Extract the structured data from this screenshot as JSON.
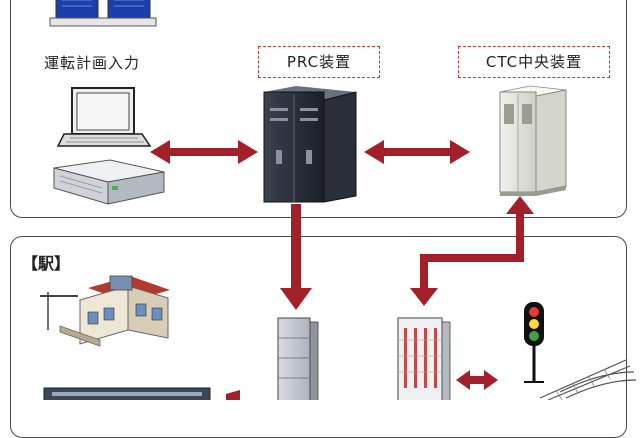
{
  "labels": {
    "schedule_input": "運転計画入力",
    "prc_device": "PRC装置",
    "ctc_central": "CTC中央装置",
    "station_section": "【駅】"
  },
  "colors": {
    "arrow": "#a31f2a",
    "callout_border": "#c0392b",
    "panel_border": "#4a4a4a"
  },
  "icons": [
    "desktop-monitors-icon",
    "laptop-icon",
    "network-appliance-icon",
    "prc-server-rack-icon",
    "ctc-server-cabinet-icon",
    "station-building-icon",
    "relay-rack-icon",
    "equipment-rack-icon",
    "traffic-signal-icon",
    "track-switch-icon",
    "train-icon"
  ]
}
